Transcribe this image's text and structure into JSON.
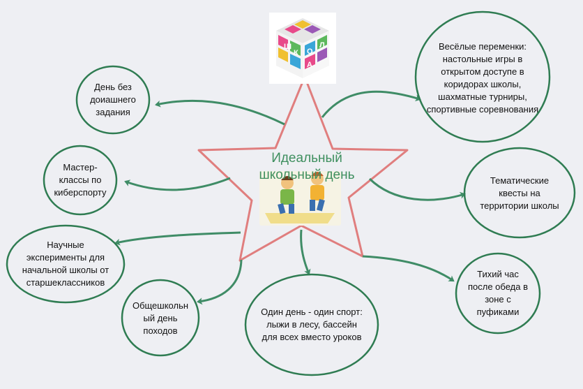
{
  "center": {
    "title": "Идеальный\nшкольный день"
  },
  "logo": {
    "letters": [
      "Ш",
      "К",
      "О",
      "Л",
      "А"
    ]
  },
  "nodes": [
    {
      "id": "no-homework",
      "text": "День без\nдоиашнего\nзадания"
    },
    {
      "id": "cybersport",
      "text": "Мастер-\nклассы по\nкиберспорту"
    },
    {
      "id": "experiments",
      "text": "Научные\nэксперименты для\nначальной школы от\nстаршеклассников"
    },
    {
      "id": "hiking",
      "text": "Общешкольн\nый день\nпоходов"
    },
    {
      "id": "one-sport",
      "text": "Один день - один спорт:\nлыжи в лесу, бассейн\nдля всех вместо уроков"
    },
    {
      "id": "quiet-hour",
      "text": "Тихий час\nпосле обеда в\nзоне с\nпуфиками"
    },
    {
      "id": "quests",
      "text": "Тематические\nквесты на\nтерритории школы"
    },
    {
      "id": "breaks",
      "text": "Весёлые переменки:\nнастольные игры в\nоткрытом доступе в\nкоридорах школы,\nшахматные турниры,\nспортивные соревнования"
    }
  ],
  "colors": {
    "circle": "#2f7c52",
    "arrow": "#3f8c66",
    "star": "#e07e7e",
    "title": "#3f8f5f"
  }
}
